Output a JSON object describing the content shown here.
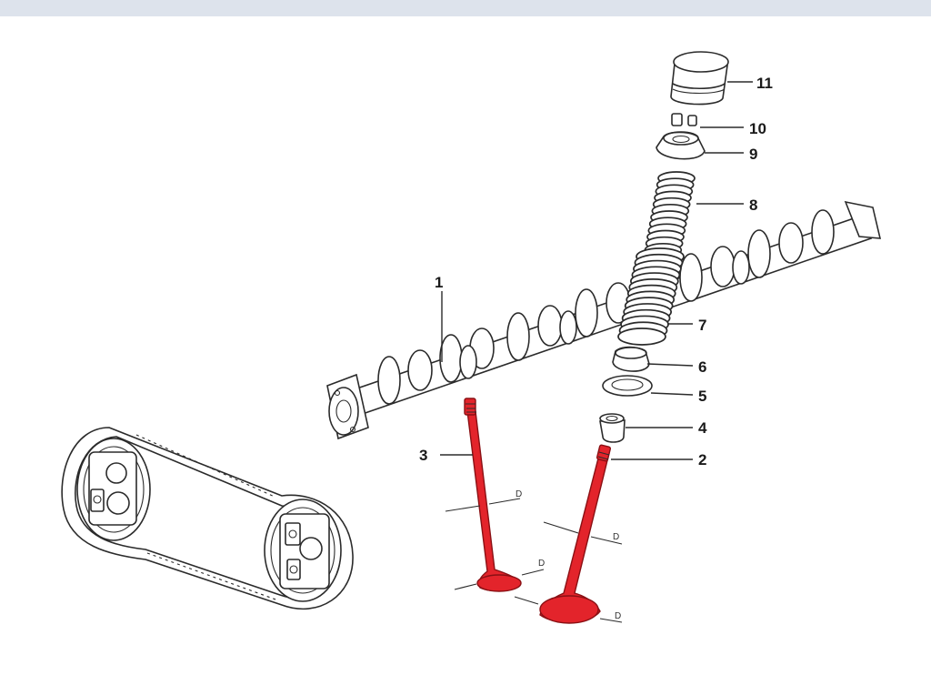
{
  "colors": {
    "highlight": "#e3242b",
    "ink": "#2b2b2b",
    "header_bar": "#dde3ec"
  },
  "callouts": {
    "c1": "1",
    "c2": "2",
    "c3": "3",
    "c4": "4",
    "c5": "5",
    "c6": "6",
    "c7": "7",
    "c8": "8",
    "c9": "9",
    "c10": "10",
    "c11": "11"
  },
  "dimension_marks": {
    "stem_a": "D",
    "stem_b": "D",
    "head_a": "D",
    "head_b": "D"
  }
}
